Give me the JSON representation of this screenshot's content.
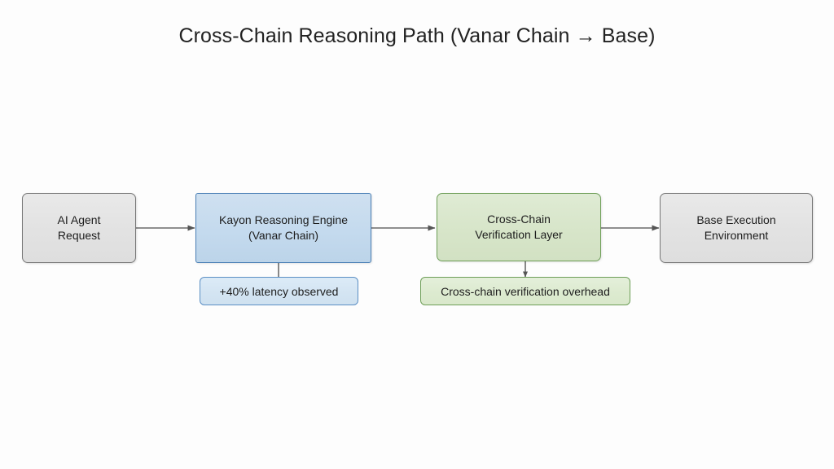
{
  "diagram": {
    "title": "Cross-Chain Reasoning Path (Vanar Chain → Base)",
    "type": "flowchart",
    "background_color": "#fdfdfd",
    "nodes": [
      {
        "id": "ai-agent-request",
        "line1": "AI Agent",
        "line2": "Request",
        "style": "gray",
        "fill_color": "#e4e4e4",
        "border_color": "#777777"
      },
      {
        "id": "kayon-reasoning-engine",
        "line1": "Kayon Reasoning Engine",
        "line2": "(Vanar Chain)",
        "style": "blue",
        "fill_color": "#c4daee",
        "border_color": "#4a7fb5"
      },
      {
        "id": "cross-chain-verification-layer",
        "line1": "Cross-Chain",
        "line2": "Verification Layer",
        "style": "green",
        "fill_color": "#d7e5c9",
        "border_color": "#6d9e57"
      },
      {
        "id": "base-execution-environment",
        "line1": "Base Execution",
        "line2": "Environment",
        "style": "gray",
        "fill_color": "#e4e4e4",
        "border_color": "#777777"
      }
    ],
    "annotations": [
      {
        "id": "latency-note",
        "label": "+40% latency observed",
        "style": "blue",
        "fill_color": "#d3e4f2",
        "border_color": "#5b8fc4",
        "attached_to": "kayon-reasoning-engine"
      },
      {
        "id": "verification-overhead-note",
        "label": "Cross-chain verification overhead",
        "style": "green",
        "fill_color": "#dceacf",
        "border_color": "#6d9e57",
        "attached_to": "cross-chain-verification-layer"
      }
    ],
    "edges": [
      {
        "id": "edge-1",
        "from": "ai-agent-request",
        "to": "kayon-reasoning-engine",
        "arrow": true
      },
      {
        "id": "edge-2",
        "from": "kayon-reasoning-engine",
        "to": "cross-chain-verification-layer",
        "arrow": true
      },
      {
        "id": "edge-3",
        "from": "cross-chain-verification-layer",
        "to": "base-execution-environment",
        "arrow": true
      },
      {
        "id": "edge-4",
        "from": "kayon-reasoning-engine",
        "to": "latency-note",
        "arrow": false
      },
      {
        "id": "edge-5",
        "from": "cross-chain-verification-layer",
        "to": "verification-overhead-note",
        "arrow": true
      }
    ],
    "edge_color": "#6b6b6b"
  }
}
